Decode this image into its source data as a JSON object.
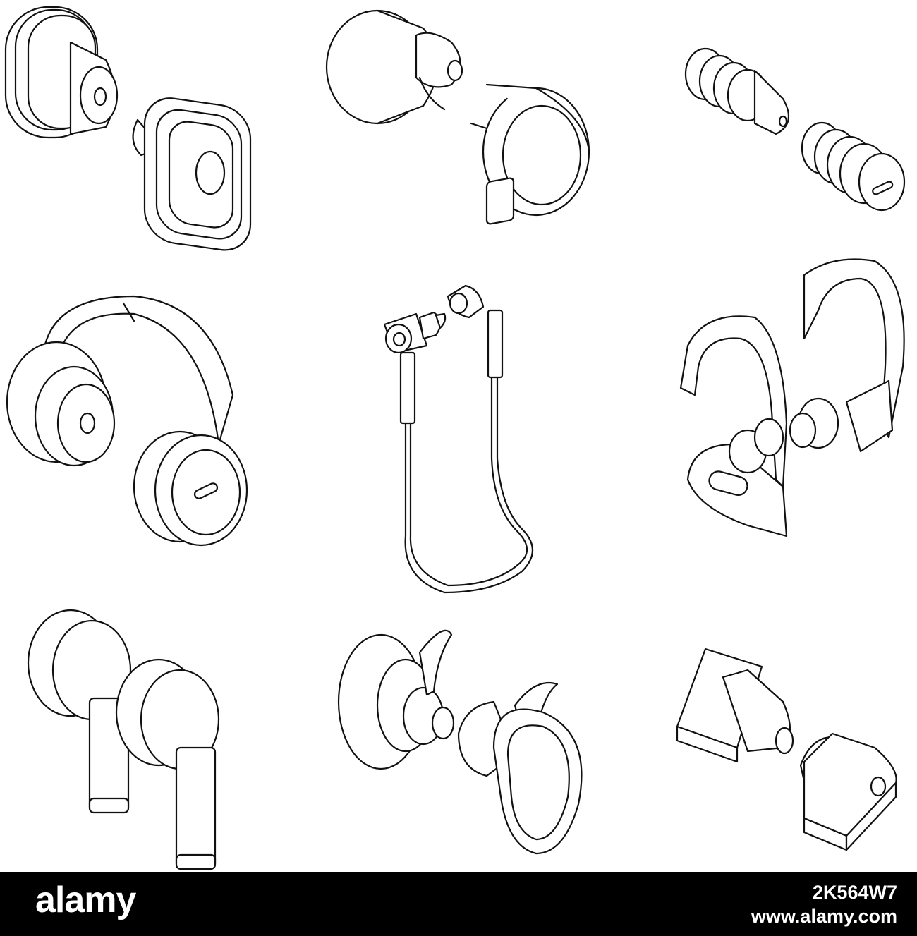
{
  "watermark": {
    "brand": "alamy",
    "image_id": "2K564W7",
    "site": "www.alamy.com"
  },
  "colors": {
    "background": "#ffffff",
    "line": "#111111",
    "footer": "#000000",
    "footer_text": "#ffffff"
  },
  "icons": [
    "round-earbuds-icon",
    "earbuds-with-fins-icon",
    "ridged-earplugs-icon",
    "over-ear-headphones-icon",
    "wired-neckband-earphones-icon",
    "sport-ear-hook-earbuds-icon",
    "stem-earbuds-icon",
    "sport-wing-earbuds-icon",
    "triangular-earbuds-icon"
  ]
}
